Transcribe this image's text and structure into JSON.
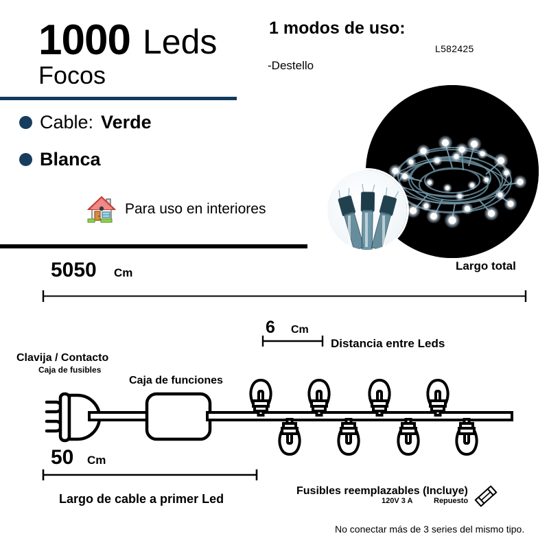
{
  "header": {
    "led_count": "1000",
    "led_unit": "Leds",
    "subtitle": "Focos"
  },
  "specs": {
    "cable_label": "Cable:",
    "cable_value": "Verde",
    "color_value": "Blanca",
    "usage_text": "Para uso en interiores",
    "usage_icon": "house-icon"
  },
  "modes": {
    "title": "1 modos de uso:",
    "items": [
      "-Destello"
    ],
    "product_code": "L582425"
  },
  "dimensions": {
    "total_length_value": "5050",
    "total_length_unit": "Cm",
    "total_length_label": "Largo total",
    "led_spacing_value": "6",
    "led_spacing_unit": "Cm",
    "led_spacing_label": "Distancia entre Leds",
    "first_led_value": "50",
    "first_led_unit": "Cm",
    "first_led_label": "Largo de cable a primer Led"
  },
  "diagram": {
    "plug_label": "Clavija / Contacto",
    "fusebox_label": "Caja de fusibles",
    "functionbox_label": "Caja de funciones"
  },
  "fuses": {
    "title": "Fusibles reemplazables (Incluye)",
    "rating": "120V 3 A",
    "spare_label": "Repuesto",
    "spare_icon": "fuse-icon"
  },
  "footer": {
    "note": "No conectar más de 3 series del mismo tipo."
  },
  "colors": {
    "navy": "#123a5c",
    "black": "#000000",
    "white": "#ffffff"
  }
}
